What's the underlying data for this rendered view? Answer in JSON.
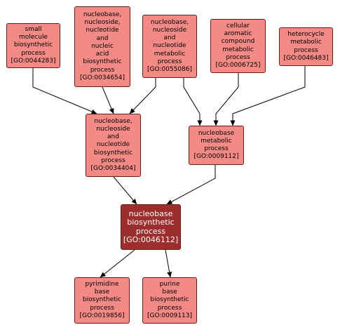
{
  "nodes": [
    {
      "id": "n0044283",
      "label": "small\nmolecule\nbiosynthetic\nprocess",
      "go": "[GO:0044283]"
    },
    {
      "id": "n0034654",
      "label": "nucleobase,\nnucleoside,\nnucleotide\nand\nnucleic\nacid\nbiosynthetic\nprocess",
      "go": "[GO:0034654]"
    },
    {
      "id": "n0055086",
      "label": "nucleobase,\nnucleoside\nand\nnucleotide\nmetabolic\nprocess",
      "go": "[GO:0055086]"
    },
    {
      "id": "n0006725",
      "label": "cellular\naromatic\ncompound\nmetabolic\nprocess",
      "go": "[GO:0006725]"
    },
    {
      "id": "n0046483",
      "label": "heterocycle\nmetabolic\nprocess",
      "go": "[GO:0046483]"
    },
    {
      "id": "n0034404",
      "label": "nucleobase,\nnucleoside\nand\nnucleotide\nbiosynthetic\nprocess",
      "go": "[GO:0034404]"
    },
    {
      "id": "n0009112",
      "label": "nucleobase\nmetabolic\nprocess",
      "go": "[GO:0009112]"
    },
    {
      "id": "n0046112",
      "label": "nucleobase\nbiosynthetic\nprocess",
      "go": "[GO:0046112]"
    },
    {
      "id": "n0019856",
      "label": "pyrimidine\nbase\nbiosynthetic\nprocess",
      "go": "[GO:0019856]"
    },
    {
      "id": "n0009113",
      "label": "purine\nbase\nbiosynthetic\nprocess",
      "go": "[GO:0009113]"
    }
  ],
  "edges": [
    {
      "from": "n0044283",
      "to": "n0034404"
    },
    {
      "from": "n0034654",
      "to": "n0034404"
    },
    {
      "from": "n0055086",
      "to": "n0034404"
    },
    {
      "from": "n0055086",
      "to": "n0009112"
    },
    {
      "from": "n0006725",
      "to": "n0009112"
    },
    {
      "from": "n0046483",
      "to": "n0009112"
    },
    {
      "from": "n0034404",
      "to": "n0046112"
    },
    {
      "from": "n0009112",
      "to": "n0046112"
    },
    {
      "from": "n0046112",
      "to": "n0019856"
    },
    {
      "from": "n0046112",
      "to": "n0009113"
    }
  ],
  "colors": {
    "node_fill": "#f48a85",
    "focus_fill": "#9e2d2d",
    "border": "#6e1c1c",
    "edge": "#000000"
  }
}
